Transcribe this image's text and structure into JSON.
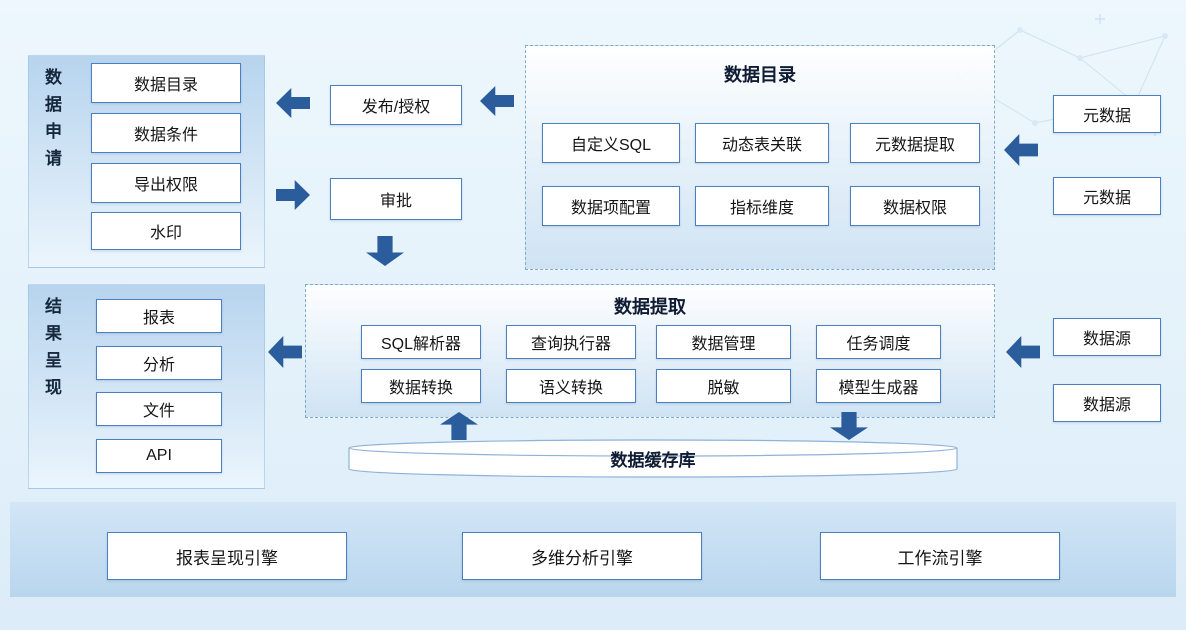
{
  "data_application": {
    "title": "数据申请",
    "items": [
      "数据目录",
      "数据条件",
      "导出权限",
      "水印"
    ]
  },
  "flow": {
    "publish": "发布/授权",
    "approve": "审批"
  },
  "data_catalog": {
    "title": "数据目录",
    "row1": [
      "自定义SQL",
      "动态表关联",
      "元数据提取"
    ],
    "row2": [
      "数据项配置",
      "指标维度",
      "数据权限"
    ]
  },
  "metadata": {
    "items": [
      "元数据",
      "元数据"
    ]
  },
  "data_extraction": {
    "title": "数据提取",
    "row1": [
      "SQL解析器",
      "查询执行器",
      "数据管理",
      "任务调度"
    ],
    "row2": [
      "数据转换",
      "语义转换",
      "脱敏",
      "模型生成器"
    ]
  },
  "datasource": {
    "items": [
      "数据源",
      "数据源"
    ]
  },
  "result_presentation": {
    "title": "结果呈现",
    "items": [
      "报表",
      "分析",
      "文件",
      "API"
    ]
  },
  "cache": {
    "label": "数据缓存库"
  },
  "engines": {
    "items": [
      "报表呈现引擎",
      "多维分析引擎",
      "工作流引擎"
    ]
  },
  "colors": {
    "arrow": "#2b5c9c",
    "box_border": "#4a7fc1",
    "panel_border_dashed": "#7fa9d6",
    "panel_fill_bottom": "#cfe3f4",
    "side_panel_top": "#b7d4ee",
    "band_bottom": "#b9d6ee",
    "background": "#e3f1fa"
  }
}
